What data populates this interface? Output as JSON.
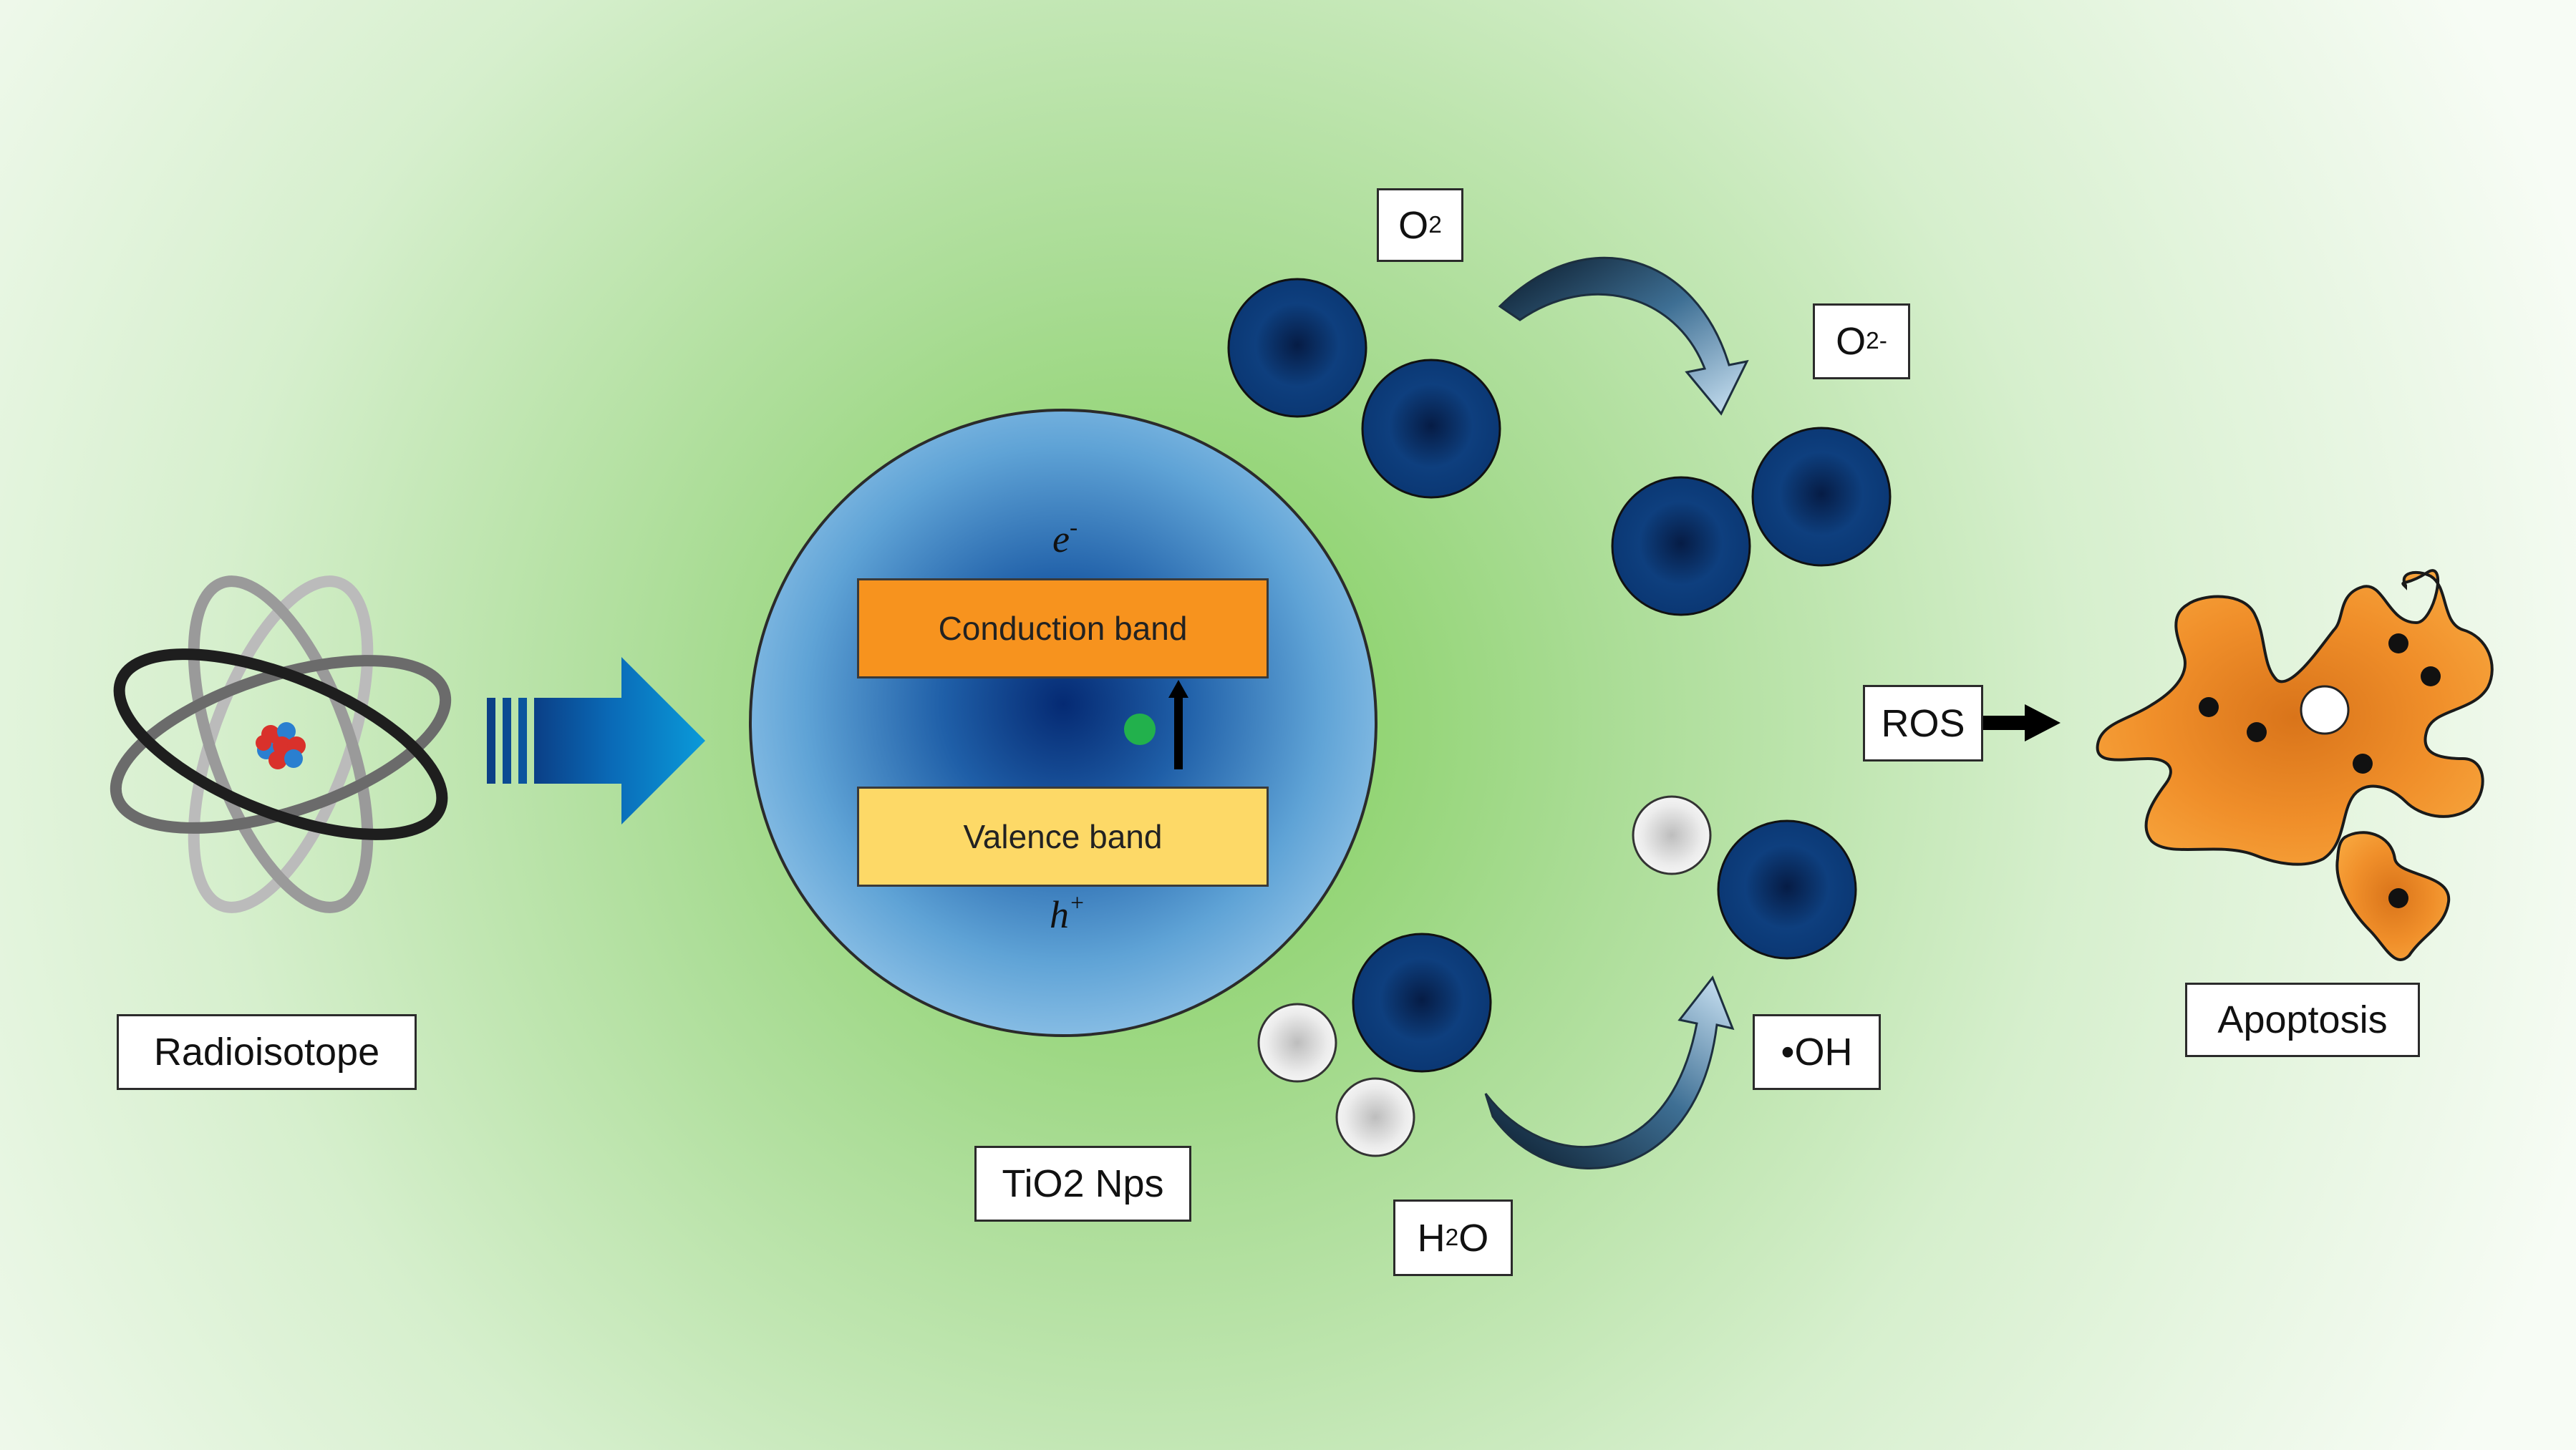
{
  "colors": {
    "background_center": "#8fd07a",
    "background_edge": "#ffffff",
    "molecule_dark": "#0c3a78",
    "conduction_band": "#f7931e",
    "valence_band": "#fdd967",
    "nanoparticle": "#5b9fd3",
    "electron_dot": "#22b14c",
    "cell": "#f7931e"
  },
  "labels": {
    "radioisotope": "Radioisotope",
    "tio2": "TiO2 Nps",
    "o2": {
      "main": "O",
      "sub": "2"
    },
    "o2_minus": {
      "main": "O",
      "sub": "2",
      "sup": "-"
    },
    "h2o": {
      "main": "H",
      "sub": "2",
      "tail": "O"
    },
    "oh": "•OH",
    "ros": "ROS",
    "apoptosis": "Apoptosis"
  },
  "nanoparticle": {
    "conduction_band": "Conduction band",
    "valence_band": "Valence band",
    "electron": {
      "symbol": "e",
      "sup": "-"
    },
    "hole": {
      "symbol": "h",
      "sup": "+"
    }
  },
  "icons": {
    "atom": "atom-icon",
    "radiation_arrow": "block-arrow-right-icon",
    "curved_arrow": "curved-arrow-icon",
    "ros_arrow": "arrow-right-icon",
    "cell": "apoptotic-cell-icon"
  }
}
